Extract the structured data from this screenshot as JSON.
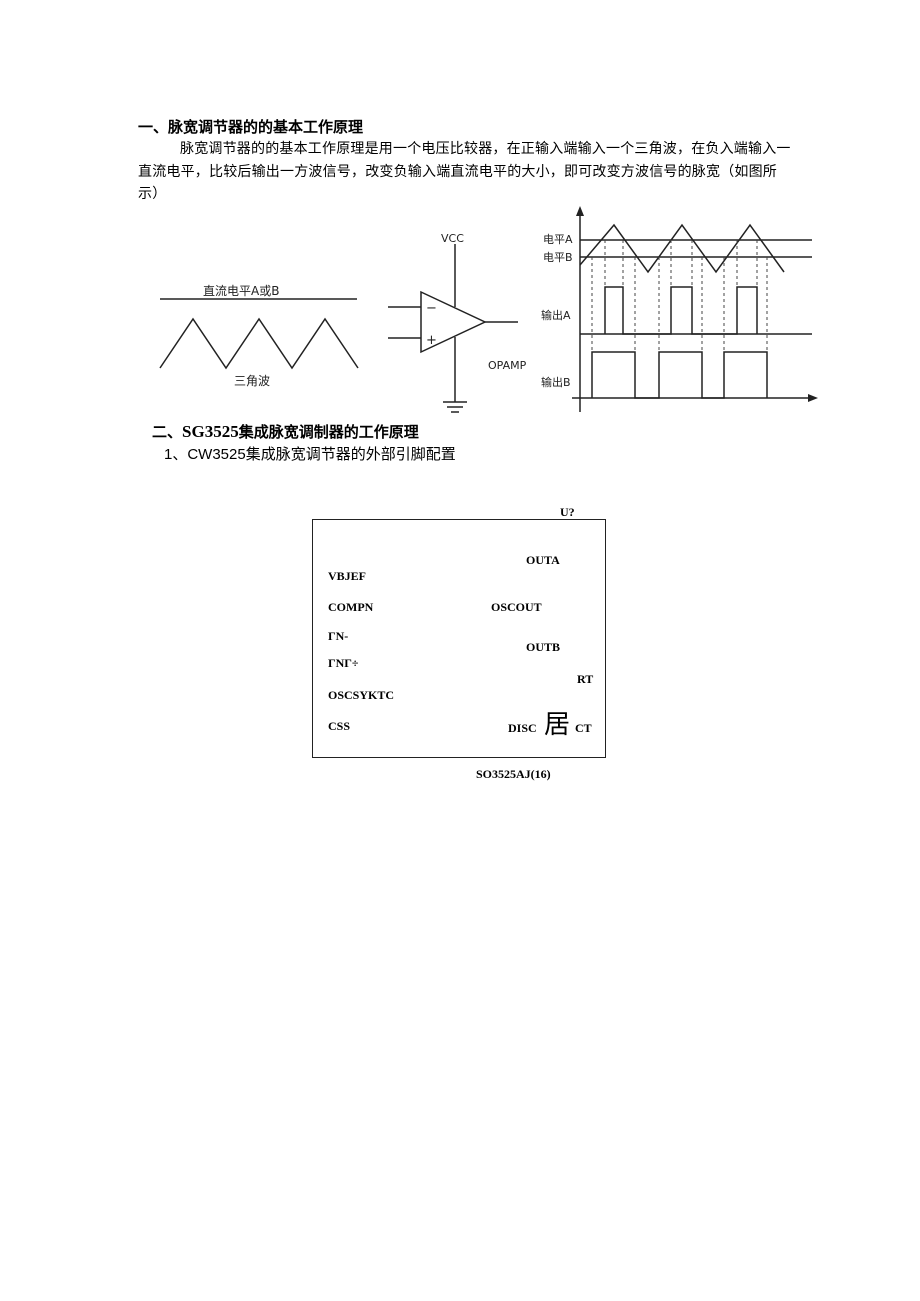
{
  "section1": {
    "heading": "一、脉宽调节器的的基本工作原理",
    "paragraph": "脉宽调节器的的基本工作原理是用一个电压比较器，在正输入端输入一个三角波，在负入端输入一直流电平，比较后输出一方波信号，改变负输入端直流电平的大小，即可改变方波信号的脉宽（如图所示）"
  },
  "figure1": {
    "dc_level_label": "直流电平A或B",
    "triangle_label": "三角波",
    "vcc_label": "VCC",
    "minus_label": "−",
    "plus_label": "+",
    "opamp_label": "OPAMP",
    "level_a_label": "电平A",
    "level_b_label": "电平B",
    "output_a_label": "输出A",
    "output_b_label": "输出B"
  },
  "section2": {
    "heading_prefix": "二、",
    "heading_latin": "SG3525",
    "heading_suffix": "集成脉宽调制器的工作原理",
    "subheading": "1、CW3525集成脉宽调节器的外部引脚配置"
  },
  "chip": {
    "ref": "U?",
    "part": "SO3525AJ(16)",
    "pins_left": [
      "VBJEF",
      "COMPN",
      "ΓN-",
      "ΓNΓ÷",
      "OSCSYKTC",
      "CSS"
    ],
    "pins_right": [
      "OUTA",
      "OSCOUT",
      "OUTB",
      "RT"
    ],
    "disc": "DISC",
    "glyph": "居",
    "ct": "CT"
  }
}
